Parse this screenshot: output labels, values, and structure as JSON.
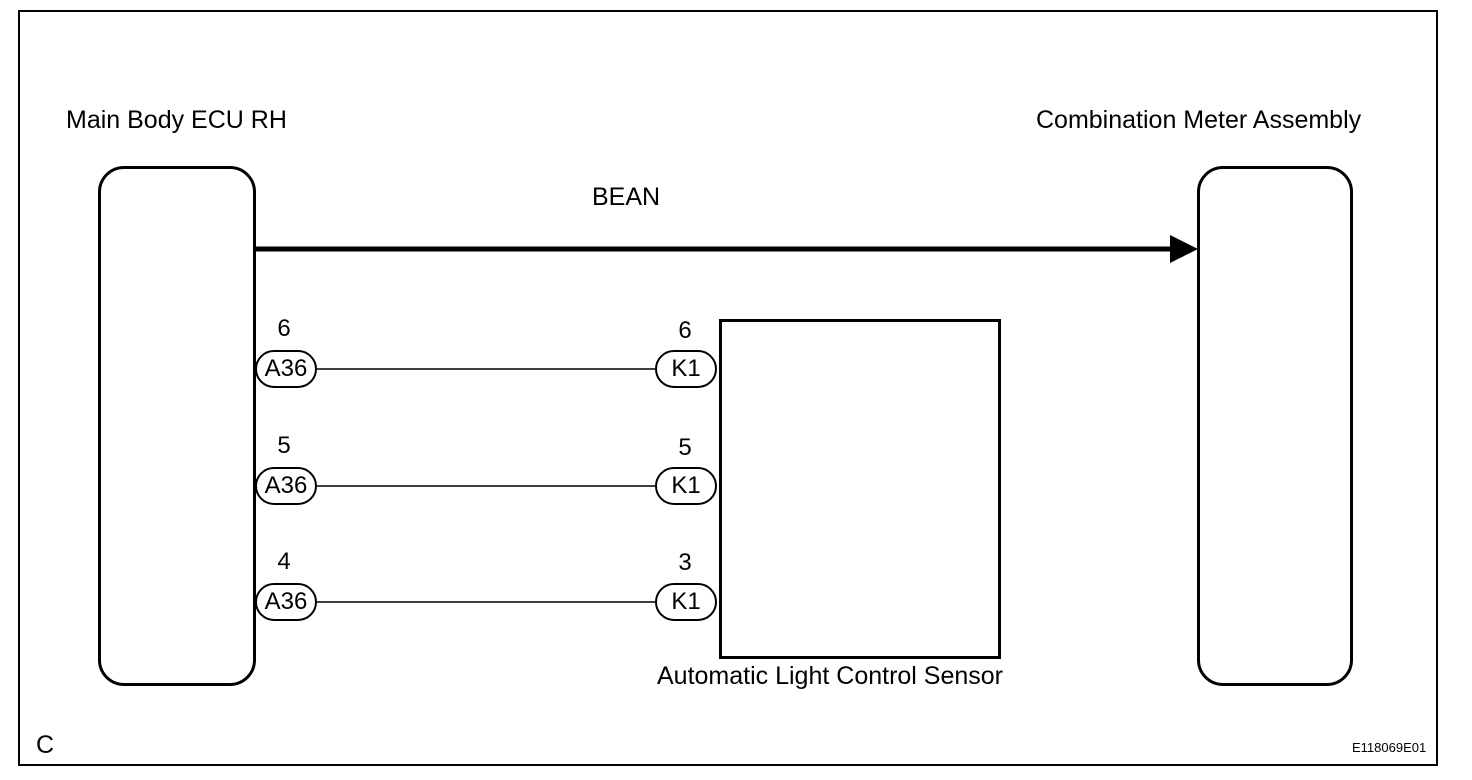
{
  "components": {
    "left_ecu": "Main Body ECU RH",
    "right_meter": "Combination Meter Assembly",
    "sensor": "Automatic Light Control Sensor"
  },
  "bus": {
    "label": "BEAN"
  },
  "connections": [
    {
      "from_connector": "A36",
      "from_pin": "6",
      "to_connector": "K1",
      "to_pin": "6"
    },
    {
      "from_connector": "A36",
      "from_pin": "5",
      "to_connector": "K1",
      "to_pin": "5"
    },
    {
      "from_connector": "A36",
      "from_pin": "4",
      "to_connector": "K1",
      "to_pin": "3"
    }
  ],
  "corner_letter": "C",
  "figure_id": "E118069E01"
}
